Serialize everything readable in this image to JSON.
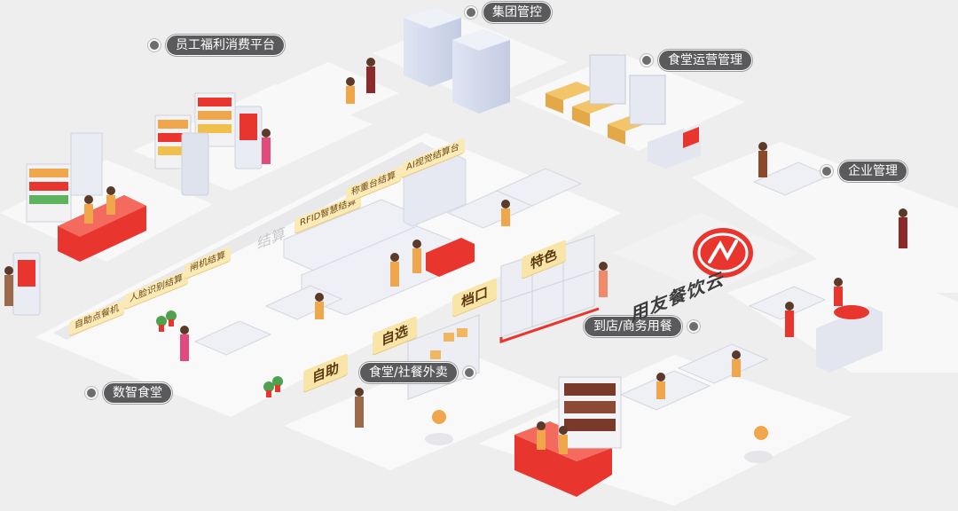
{
  "labels": {
    "group_control": "集团管控",
    "employee_welfare": "员工福利消费平台",
    "canteen_operation": "食堂运营管理",
    "enterprise_management": "企业管理",
    "smart_canteen": "数智食堂",
    "store_business_dining": "到店/商务用餐",
    "canteen_takeout": "食堂/社餐外卖"
  },
  "tags": {
    "self_order": "自助点餐机",
    "face_settle": "人脸识别结算",
    "gate_settle": "闸机结算",
    "rfid_settle": "RFID智慧结算",
    "weigh_settle": "称重台结算",
    "ai_settle": "AI视觉结算台",
    "settle_floor": "结算",
    "special": "特色",
    "window": "档口",
    "self_select": "自选",
    "self_help": "自助"
  },
  "brand": {
    "name": "用友餐饮云"
  },
  "colors": {
    "background": "#eeeeef",
    "platform": "#f9f9fa",
    "accent_red": "#e8352e",
    "orange": "#f0a64a",
    "label_bg": "#5a5a5c",
    "tag_bg": "#fbe9b6"
  }
}
